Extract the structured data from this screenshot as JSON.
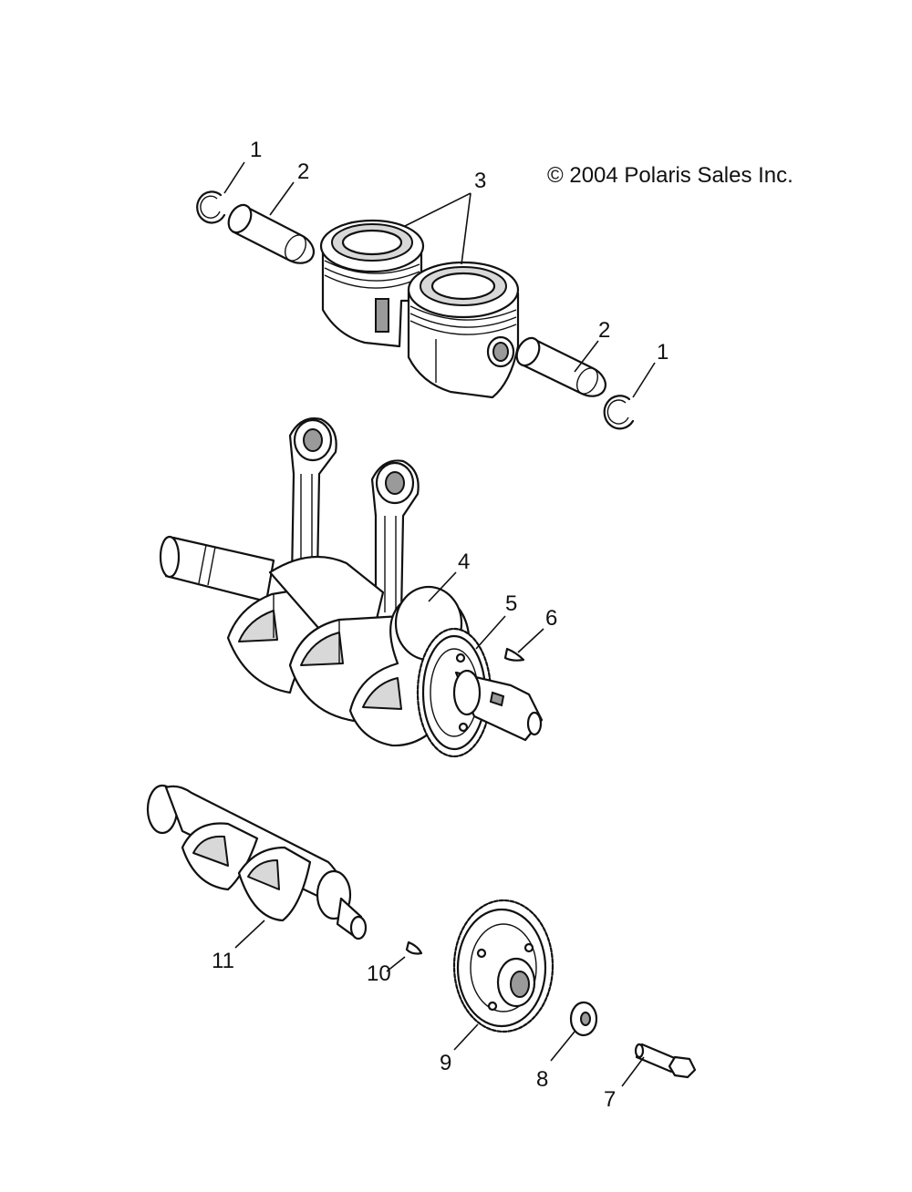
{
  "copyright": "© 2004 Polaris Sales Inc.",
  "callouts": {
    "c1a": "1",
    "c2a": "2",
    "c3": "3",
    "c2b": "2",
    "c1b": "1",
    "c4": "4",
    "c5": "5",
    "c6": "6",
    "c11": "11",
    "c10": "10",
    "c9": "9",
    "c8": "8",
    "c7": "7"
  },
  "parts": [
    {
      "ref": "1",
      "name": "circlip"
    },
    {
      "ref": "2",
      "name": "piston-pin"
    },
    {
      "ref": "3",
      "name": "piston"
    },
    {
      "ref": "4",
      "name": "crankshaft"
    },
    {
      "ref": "5",
      "name": "crank-gear"
    },
    {
      "ref": "6",
      "name": "woodruff-key"
    },
    {
      "ref": "7",
      "name": "bolt"
    },
    {
      "ref": "8",
      "name": "washer"
    },
    {
      "ref": "9",
      "name": "balance-gear"
    },
    {
      "ref": "10",
      "name": "woodruff-key"
    },
    {
      "ref": "11",
      "name": "balance-shaft"
    }
  ]
}
